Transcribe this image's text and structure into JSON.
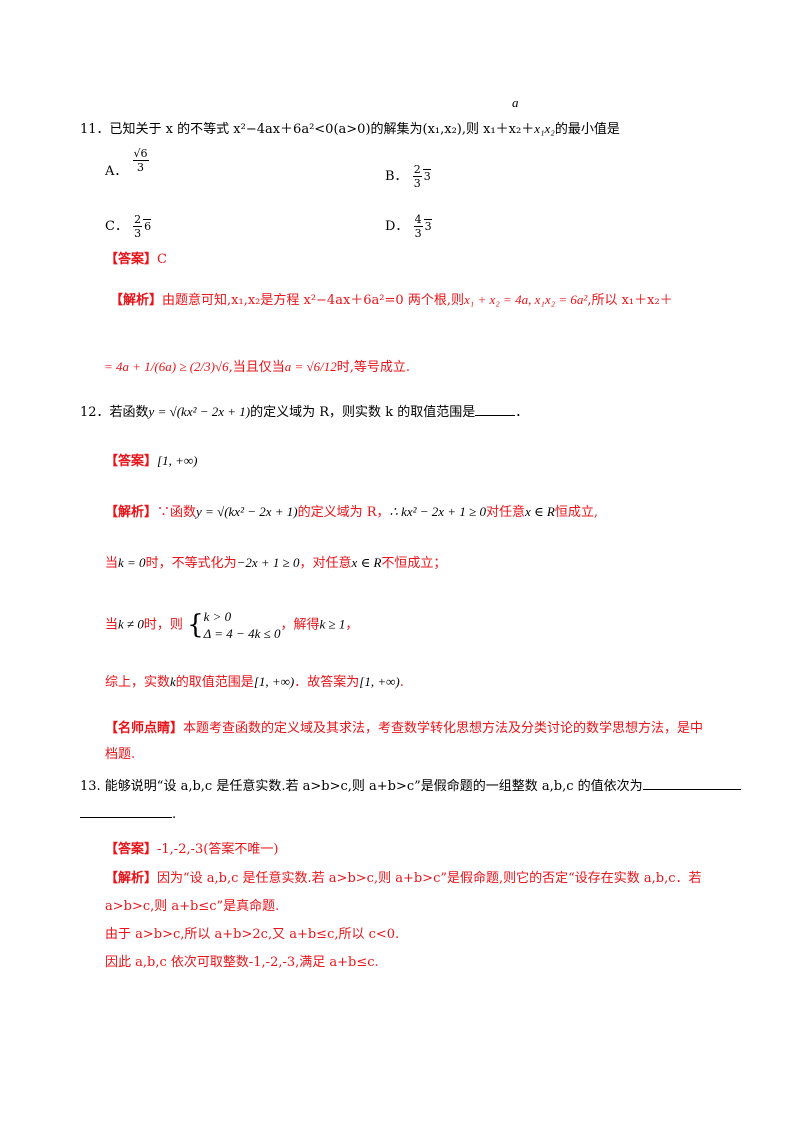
{
  "q11": {
    "stem": "11．已知关于 x 的不等式 x²−4ax＋6a²<0(a>0)的解集为(x₁,x₂),则 x₁＋x₂＋",
    "frac_num": "a",
    "frac_den": "x₁x₂",
    "stem_tail": "的最小值是",
    "option_a_label": "A．",
    "option_a_value": "√6/3",
    "option_b_label": "B．",
    "option_b_value": "2/3√3",
    "option_c_label": "C．",
    "option_c_value": "2/3√6",
    "option_d_label": "D．",
    "option_d_value": "4/3√3",
    "answer_tag": "【答案】",
    "answer": "C",
    "analysis_tag": "【解析】",
    "analysis_1": "由题意可知,x₁,x₂是方程 x²−4ax＋6a²=0 两个根,则",
    "analysis_1_math": "x₁ + x₂ = 4a, x₁x₂ = 6a²",
    "analysis_1_tail": ",所以 x₁＋x₂＋",
    "analysis_2_math": "= 4a + 1/(6a) ≥ (2/3)√6",
    "analysis_2_mid": ",当且仅当",
    "analysis_2_cond": "a = √6/12",
    "analysis_2_tail": "时,等号成立."
  },
  "q12": {
    "stem_pre": "12．若函数",
    "stem_func": "y = √(kx² − 2x + 1)",
    "stem_post": "的定义域为 R，则实数 k 的取值范围是",
    "stem_end": "．",
    "answer_tag": "【答案】",
    "answer": "[1, +∞)",
    "analysis_tag": "【解析】",
    "analysis_1a": "∵函数",
    "analysis_1_func": "y = √(kx² − 2x + 1)",
    "analysis_1b": "的定义域为 R，",
    "analysis_1c": "∴ kx² − 2x + 1 ≥ 0",
    "analysis_1d": "对任意",
    "analysis_1e": "x ∈ R",
    "analysis_1f": "恒成立,",
    "analysis_2a": "当",
    "analysis_2b": "k = 0",
    "analysis_2c": "时，不等式化为",
    "analysis_2d": "−2x + 1 ≥ 0",
    "analysis_2e": "，对任意",
    "analysis_2f": "x ∈ R",
    "analysis_2g": "不恒成立；",
    "analysis_3a": "当",
    "analysis_3b": "k ≠ 0",
    "analysis_3c": "时，则",
    "analysis_3_sys1": "k > 0",
    "analysis_3_sys2": "Δ = 4 − 4k ≤ 0",
    "analysis_3d": "，解得",
    "analysis_3e": "k ≥ 1",
    "analysis_3f": "，",
    "summary_a": "综上，实数",
    "summary_b": "k",
    "summary_c": "的取值范围是",
    "summary_d": "[1, +∞)",
    "summary_e": "．故答案为",
    "summary_f": "[1, +∞)",
    "summary_g": ".",
    "note_tag": "【名师点睛】",
    "note_1": "本题考查函数的定义域及其求法，考查数学转化思想方法及分类讨论的数学思想方法，是中",
    "note_2": "档题."
  },
  "q13": {
    "stem_1": "13. 能够说明“设 a,b,c 是任意实数.若 a>b>c,则 a+b>c”是假命题的一组整数 a,b,c 的值依次为",
    "stem_2_end": ".",
    "answer_tag": "【答案】",
    "answer": "-1,-2,-3(答案不唯一)",
    "analysis_tag": "【解析】",
    "analysis_1": "因为“设 a,b,c 是任意实数.若 a>b>c,则 a+b>c”是假命题,则它的否定“设存在实数 a,b,c．若",
    "analysis_2": "a>b>c,则 a+b≤c”是真命题.",
    "analysis_3": "由于 a>b>c,所以 a+b>2c,又 a+b≤c,所以 c<0.",
    "analysis_4": "因此 a,b,c 依次可取整数-1,-2,-3,满足 a+b≤c."
  }
}
